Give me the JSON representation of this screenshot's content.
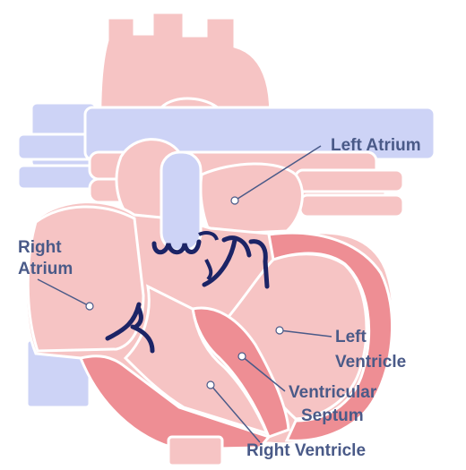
{
  "labels": {
    "left_atrium": "Left Atrium",
    "right_atrium_line1": "Right",
    "right_atrium_line2": "Atrium",
    "left_ventricle_line1": "Left",
    "left_ventricle_line2": "Ventricle",
    "septum_line1": "Ventricular",
    "septum_line2": "Septum",
    "right_ventricle": "Right Ventricle"
  },
  "colors": {
    "label_text": "#4a5a88",
    "pointer_line": "#4a5a88",
    "heart_fill": "#f6c4c4",
    "heart_outline": "#ffffff",
    "muscle_wall": "#ee8e94",
    "vein_blue": "#cdd3f6",
    "valve": "#1c2466"
  }
}
